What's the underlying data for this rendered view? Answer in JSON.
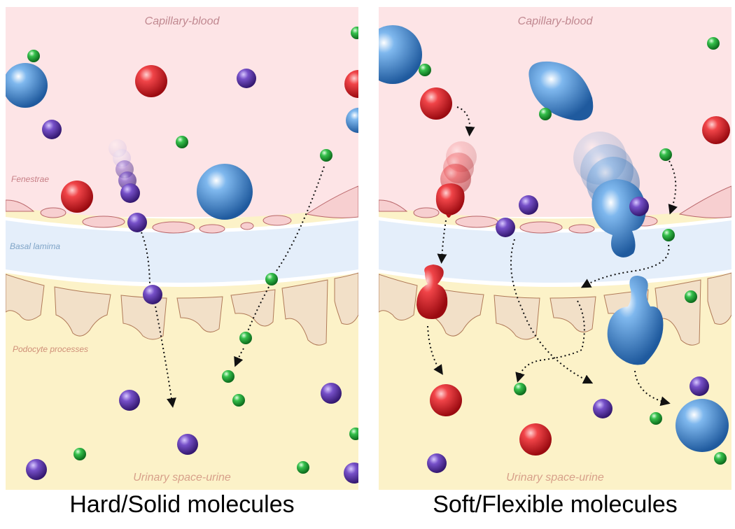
{
  "left_panel": {
    "blood_label": "Capillary-blood",
    "fenestrae_label": "Fenestrae",
    "basal_label": "Basal lamima",
    "podocyte_label": "Podocyte processes",
    "urine_label": "Urinary space-urine",
    "caption": "Hard/Solid molecules"
  },
  "right_panel": {
    "blood_label": "Capillary-blood",
    "urine_label": "Urinary space-urine",
    "caption": "Soft/Flexible molecules"
  },
  "colors": {
    "blood": "#fde4e6",
    "basal_lamina": "#e4eefa",
    "urine": "#fcf2c8",
    "podocyte": "#f2e0c8",
    "fenestrae": "#f7cfd0",
    "red_molecule": "#e0202c",
    "blue_molecule": "#3f8fd8",
    "purple_molecule": "#6a3fb5",
    "green_molecule": "#22a83a"
  }
}
